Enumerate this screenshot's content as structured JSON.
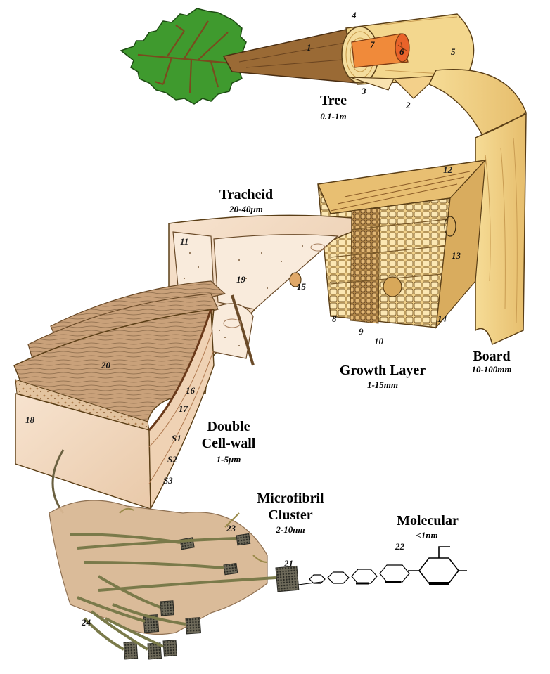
{
  "stages": {
    "tree": {
      "title": "Tree",
      "scale": "0.1-1m"
    },
    "board": {
      "title": "Board",
      "scale": "10-100mm"
    },
    "tracheid": {
      "title": "Tracheid",
      "scale": "20-40μm"
    },
    "growth_layer": {
      "title": "Growth Layer",
      "scale": "1-15mm"
    },
    "cell_wall": {
      "title_line1": "Double",
      "title_line2": "Cell-wall",
      "scale": "1-5μm"
    },
    "microfibril": {
      "title_line1": "Microfibril",
      "title_line2": "Cluster",
      "scale": "2-10nm"
    },
    "molecular": {
      "title": "Molecular",
      "scale": "<1nm"
    }
  },
  "callouts": {
    "n1": "1",
    "n2": "2",
    "n3": "3",
    "n4": "4",
    "n5": "5",
    "n6": "6",
    "n7": "7",
    "n8": "8",
    "n9": "9",
    "n10": "10",
    "n11": "11",
    "n12": "12",
    "n13": "13",
    "n14": "14",
    "n15": "15",
    "n16": "16",
    "n17": "17",
    "n18": "18",
    "n19": "19",
    "n20": "20",
    "n21": "21",
    "n22": "22",
    "n23": "23",
    "n24": "24",
    "s1": "S1",
    "s2": "S2",
    "s3": "S3"
  },
  "colors": {
    "leaf": "#3f9a2e",
    "bark": "#9a6a35",
    "wood_light": "#f3d78e",
    "wood_mid": "#e8bf72",
    "heartwood": "#f08a3a",
    "cell_wall": "#f4dcc4",
    "fibril": "#8a7a4a",
    "lignin": "#c9a27a"
  }
}
